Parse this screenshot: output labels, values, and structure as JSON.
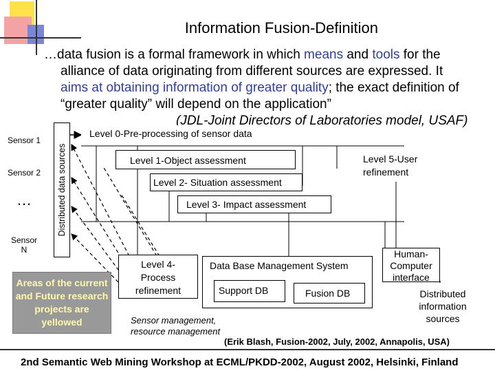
{
  "title": "Information Fusion-Definition",
  "quote": {
    "line1_a": "…data fusion is a formal framework in which ",
    "line1_means": "means",
    "line1_and": " and ",
    "line1_tools": "tools",
    "line1_b": " for the",
    "line2": "alliance of data originating from different sources are expressed. It",
    "line3": "aims at obtaining information of greater quality",
    "line3_b": "; the exact definition of",
    "line4": "“greater quality” will depend on the application”",
    "line5": "(JDL-Joint Directors of Laboratories model,  USAF)"
  },
  "sensors": {
    "s1": "Sensor 1",
    "s2": "Sensor 2",
    "dots": "…",
    "sn": "Sensor N",
    "distributed": "Distributed data sources"
  },
  "levels": {
    "l0": "Level 0-Pre-processing of sensor data",
    "l1": "Level 1-Object assessment",
    "l2": "Level 2- Situation assessment",
    "l3": "Level 3- Impact assessment",
    "l4": "Level 4-Process refinement",
    "l5": "Level 5-User refinement"
  },
  "dbms": {
    "title": "Data Base Management System",
    "support": "Support DB",
    "fusion": "Fusion DB"
  },
  "hci": "Human-Computer interface",
  "dist_info": "Distributed information sources",
  "sensor_mgmt": "Sensor management, resource management",
  "note": "Areas of the current and Future research projects are yellowed",
  "citation": "(Erik Blash, Fusion-2002, July, 2002, Annapolis, USA)",
  "footer": "2nd Semantic Web Mining Workshop at ECML/PKDD-2002, August 2002, Helsinki, Finland",
  "colors": {
    "accent_blue": "#2f3f9e",
    "note_bg": "#999999",
    "note_text": "#fff9a8"
  }
}
